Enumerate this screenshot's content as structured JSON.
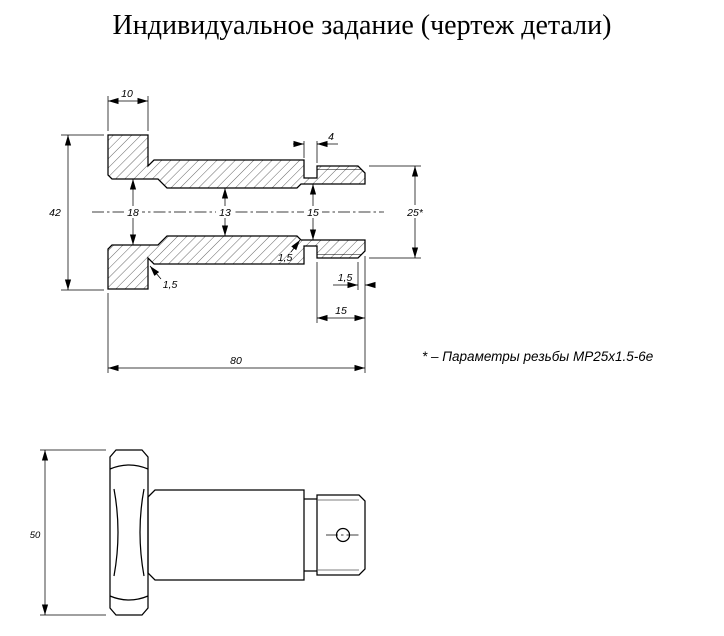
{
  "page": {
    "title": "Индивидуальное задание (чертеж детали)"
  },
  "note": {
    "text": "* – Параметры резьбы МР25х1.5-6е"
  },
  "main_view": {
    "dims": {
      "flange_width": "10",
      "flange_dia": "42",
      "groove_width": "4",
      "thread_dia": "25*",
      "bore_left": "18",
      "bore_mid": "13",
      "bore_right": "15",
      "fillet_flange": "1,5",
      "chamfer_bore": "1,5",
      "chamfer_thread": "1,5",
      "thread_length": "15",
      "total_length": "80"
    }
  },
  "side_view": {
    "dims": {
      "flange_dia_corners": "50"
    }
  }
}
